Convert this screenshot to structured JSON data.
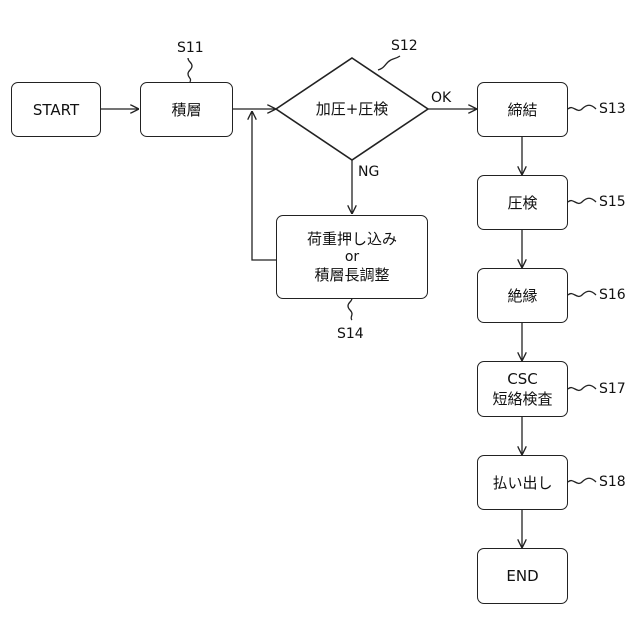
{
  "nodes": {
    "start": "START",
    "s11_box": "積層",
    "s12_diamond": "加圧+圧検",
    "s14_box": [
      "荷重押し込み",
      "or",
      "積層長調整"
    ],
    "s13_box": "締結",
    "s15_box": "圧検",
    "s16_box": "絶縁",
    "s17_box": [
      "CSC",
      "短絡検査"
    ],
    "s18_box": "払い出し",
    "end": "END"
  },
  "step_labels": {
    "s11": "S11",
    "s12": "S12",
    "s13": "S13",
    "s14": "S14",
    "s15": "S15",
    "s16": "S16",
    "s17": "S17",
    "s18": "S18"
  },
  "edge_labels": {
    "ok": "OK",
    "ng": "NG"
  }
}
